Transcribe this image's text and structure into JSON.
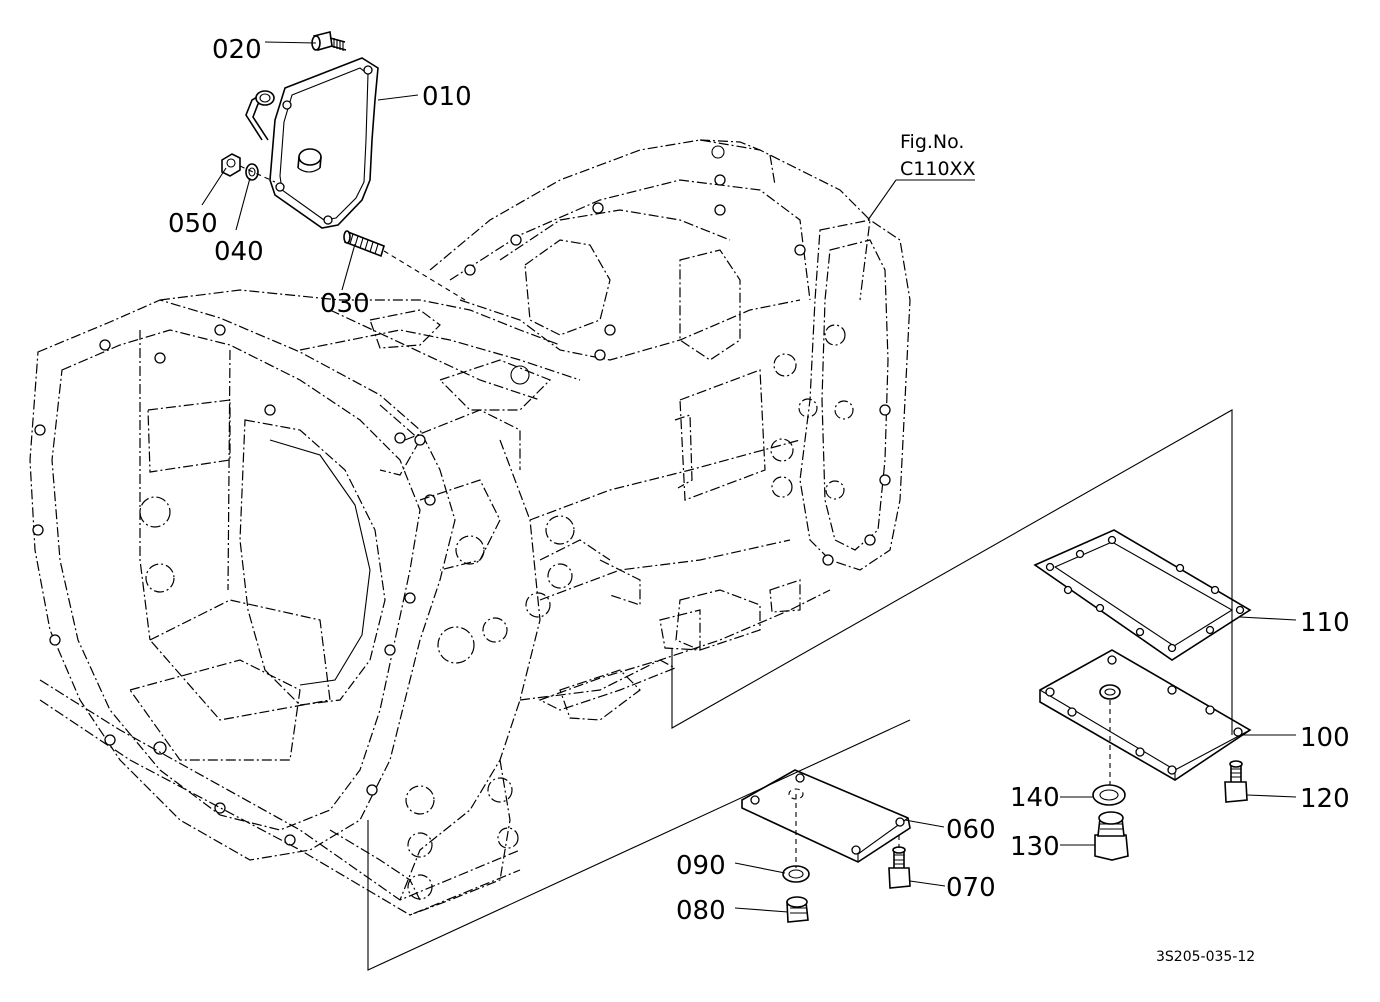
{
  "figure": {
    "fig_no_label": "Fig.No.",
    "fig_no_value": "C110XX",
    "doc_code": "3S205-035-12"
  },
  "parts": [
    {
      "id": "010",
      "label": "010"
    },
    {
      "id": "020",
      "label": "020"
    },
    {
      "id": "030",
      "label": "030"
    },
    {
      "id": "040",
      "label": "040"
    },
    {
      "id": "050",
      "label": "050"
    },
    {
      "id": "060",
      "label": "060"
    },
    {
      "id": "070",
      "label": "070"
    },
    {
      "id": "080",
      "label": "080"
    },
    {
      "id": "090",
      "label": "090"
    },
    {
      "id": "100",
      "label": "100"
    },
    {
      "id": "110",
      "label": "110"
    },
    {
      "id": "120",
      "label": "120"
    },
    {
      "id": "130",
      "label": "130"
    },
    {
      "id": "140",
      "label": "140"
    }
  ]
}
